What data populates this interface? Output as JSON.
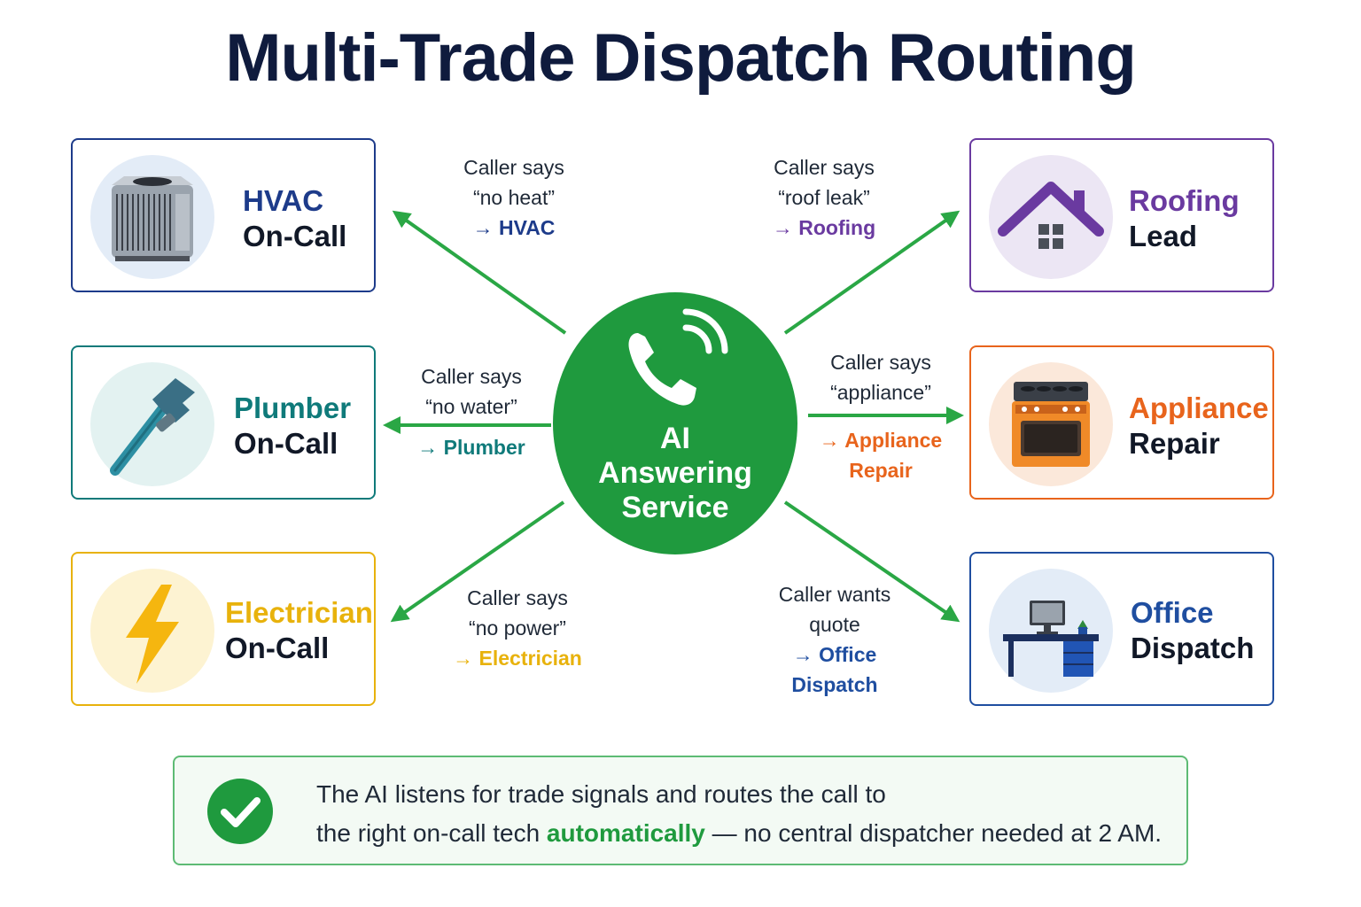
{
  "title": "Multi-Trade Dispatch Routing",
  "hub": {
    "label": "AI Answering Service",
    "color": "#1f9a3e",
    "icon": "phone-ringing-icon"
  },
  "cards": {
    "hvac": {
      "line1": "HVAC",
      "line2": "On-Call",
      "color": "#1d3b8a",
      "icon": "air-conditioner-icon"
    },
    "plumber": {
      "line1": "Plumber",
      "line2": "On-Call",
      "color": "#0f7a7a",
      "icon": "wrench-icon"
    },
    "electrician": {
      "line1": "Electrician",
      "line2": "On-Call",
      "color": "#e8b20c",
      "icon": "lightning-bolt-icon"
    },
    "roofing": {
      "line1": "Roofing",
      "line2": "Lead",
      "color": "#6a3aa0",
      "icon": "house-roof-icon"
    },
    "appliance": {
      "line1": "Appliance",
      "line2": "Repair",
      "color": "#e8641c",
      "icon": "stove-oven-icon"
    },
    "office": {
      "line1": "Office",
      "line2": "Dispatch",
      "color": "#1f4ea0",
      "icon": "office-desk-icon"
    }
  },
  "routes": {
    "hvac": {
      "line1": "Caller says",
      "line2": "“no heat”",
      "route": "→ HVAC"
    },
    "plumber": {
      "line1": "Caller says",
      "line2": "“no water”",
      "route": "→ Plumber"
    },
    "electrician": {
      "line1": "Caller says",
      "line2": "“no power”",
      "route": "→ Electrician"
    },
    "roofing": {
      "line1": "Caller says",
      "line2": "“roof leak”",
      "route": "→ Roofing"
    },
    "appliance": {
      "line1": "Caller says",
      "line2": "“appliance”",
      "route_line1": "→ Appliance",
      "route_line2": "Repair"
    },
    "office": {
      "line1": "Caller wants",
      "line2": "quote",
      "route_line1": "→ Office",
      "route_line2": "Dispatch"
    }
  },
  "arrow_color": "#2aa745",
  "note": {
    "icon": "check-circle-icon",
    "line1": "The AI listens for trade signals and routes the call to",
    "line2_before": "the right on-call tech ",
    "line2_highlight": "automatically",
    "line2_after": " — no central dispatcher needed at 2 AM."
  }
}
